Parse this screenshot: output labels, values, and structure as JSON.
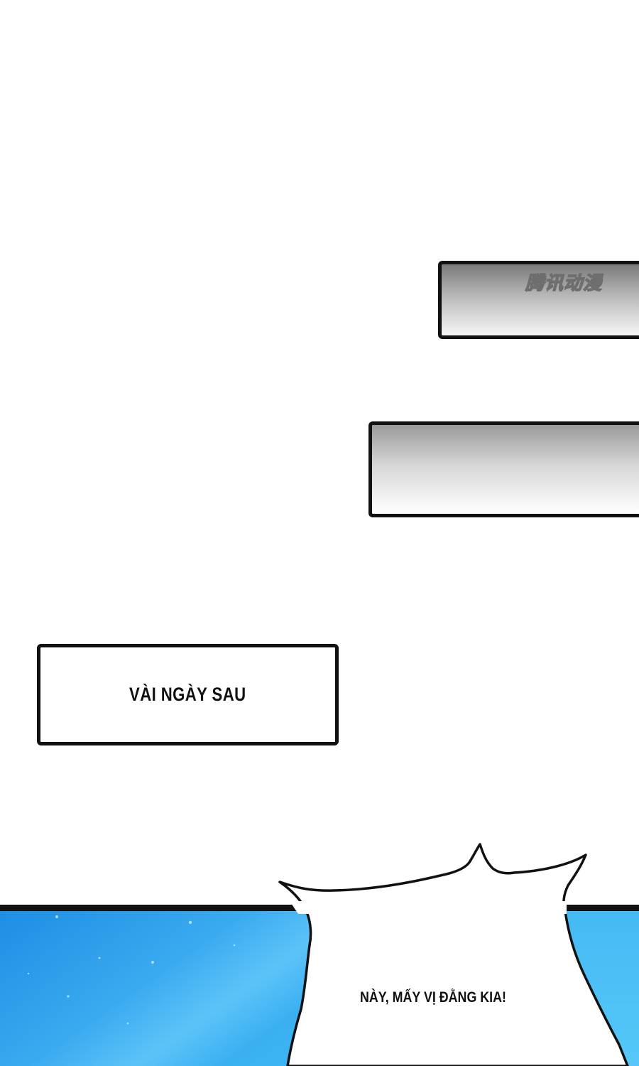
{
  "caption": {
    "text": "VÀI NGÀY SAU"
  },
  "speech_bubble": {
    "text": "NÀY, MẤY VỊ ĐẰNG KIA!"
  },
  "watermark": {
    "text": "腾讯动漫"
  },
  "colors": {
    "sky_blue_dark": "#1f8fe6",
    "sky_blue_light": "#52c6f7",
    "ink": "#111111",
    "background": "#ffffff"
  }
}
